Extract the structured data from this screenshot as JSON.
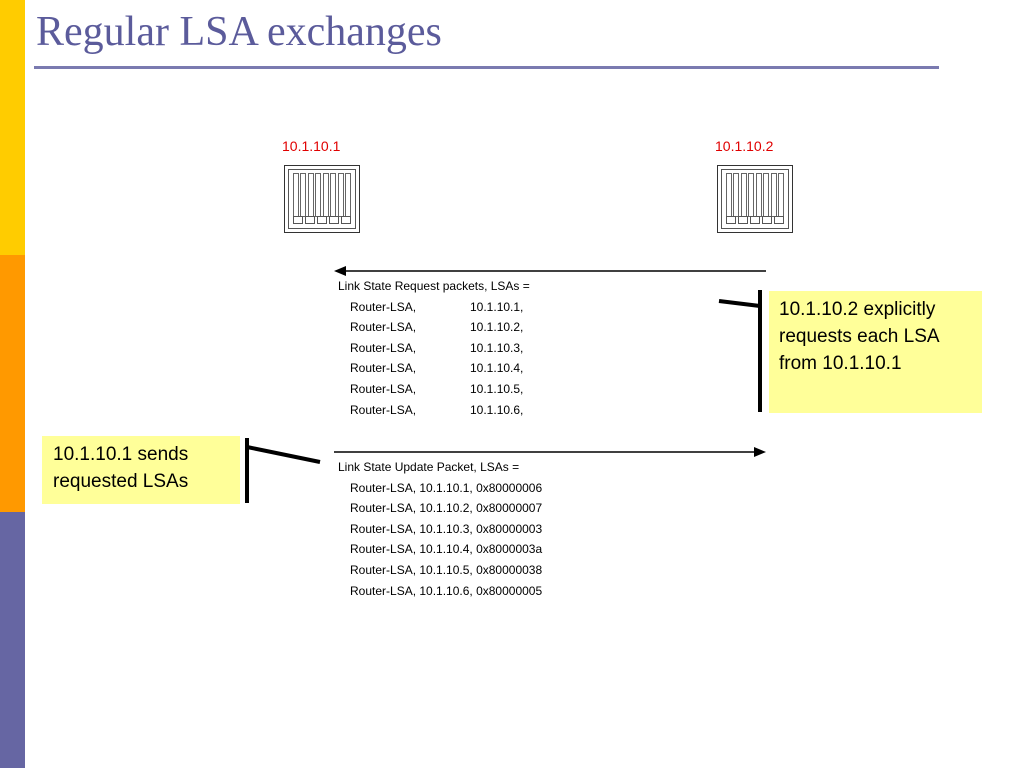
{
  "slide": {
    "title": "Regular LSA exchanges",
    "accent_colors": [
      "#ffcc00",
      "#ff9900",
      "#6666a3"
    ]
  },
  "routers": [
    {
      "label": "10.1.10.1",
      "icon": "router-icon"
    },
    {
      "label": "10.1.10.2",
      "icon": "router-icon"
    }
  ],
  "request": {
    "header": "Link State Request packets,  LSAs =",
    "rows": [
      {
        "type": "Router-LSA,",
        "id": "10.1.10.1,"
      },
      {
        "type": "Router-LSA,",
        "id": "10.1.10.2,"
      },
      {
        "type": "Router-LSA,",
        "id": "10.1.10.3,"
      },
      {
        "type": "Router-LSA,",
        "id": "10.1.10.4,"
      },
      {
        "type": "Router-LSA,",
        "id": "10.1.10.5,"
      },
      {
        "type": "Router-LSA,",
        "id": "10.1.10.6,"
      }
    ]
  },
  "update": {
    "header": "Link State Update Packet,  LSAs  =",
    "rows": [
      "Router-LSA, 10.1.10.1,   0x80000006",
      "Router-LSA, 10.1.10.2, 0x80000007",
      "Router-LSA, 10.1.10.3, 0x80000003",
      "Router-LSA, 10.1.10.4, 0x8000003a",
      "Router-LSA, 10.1.10.5, 0x80000038",
      "Router-LSA, 10.1.10.6, 0x80000005"
    ]
  },
  "notes": {
    "right": [
      "10.1.10.2 explicitly",
      "requests each LSA",
      "from 10.1.10.1"
    ],
    "left": [
      "10.1.10.1 sends",
      "requested LSAs"
    ]
  }
}
